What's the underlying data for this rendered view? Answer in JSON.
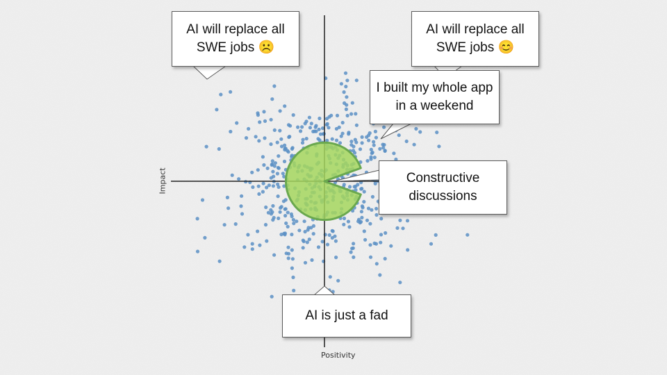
{
  "axes": {
    "x_label": "Positivity",
    "y_label": "Impact"
  },
  "callouts": {
    "top_left": "AI will replace all\nSWE jobs ☹️",
    "top_right": "AI will replace all\nSWE jobs 😊",
    "middle_right": "I built my whole app\nin a weekend",
    "center_right": "Constructive\ndiscussions",
    "bottom": "AI is just a fad"
  },
  "colors": {
    "dots": "#5b8fc4",
    "pie_fill": "#a4d65e",
    "pie_stroke": "#6aa84f",
    "axis": "#222222",
    "background": "#efefef"
  }
}
